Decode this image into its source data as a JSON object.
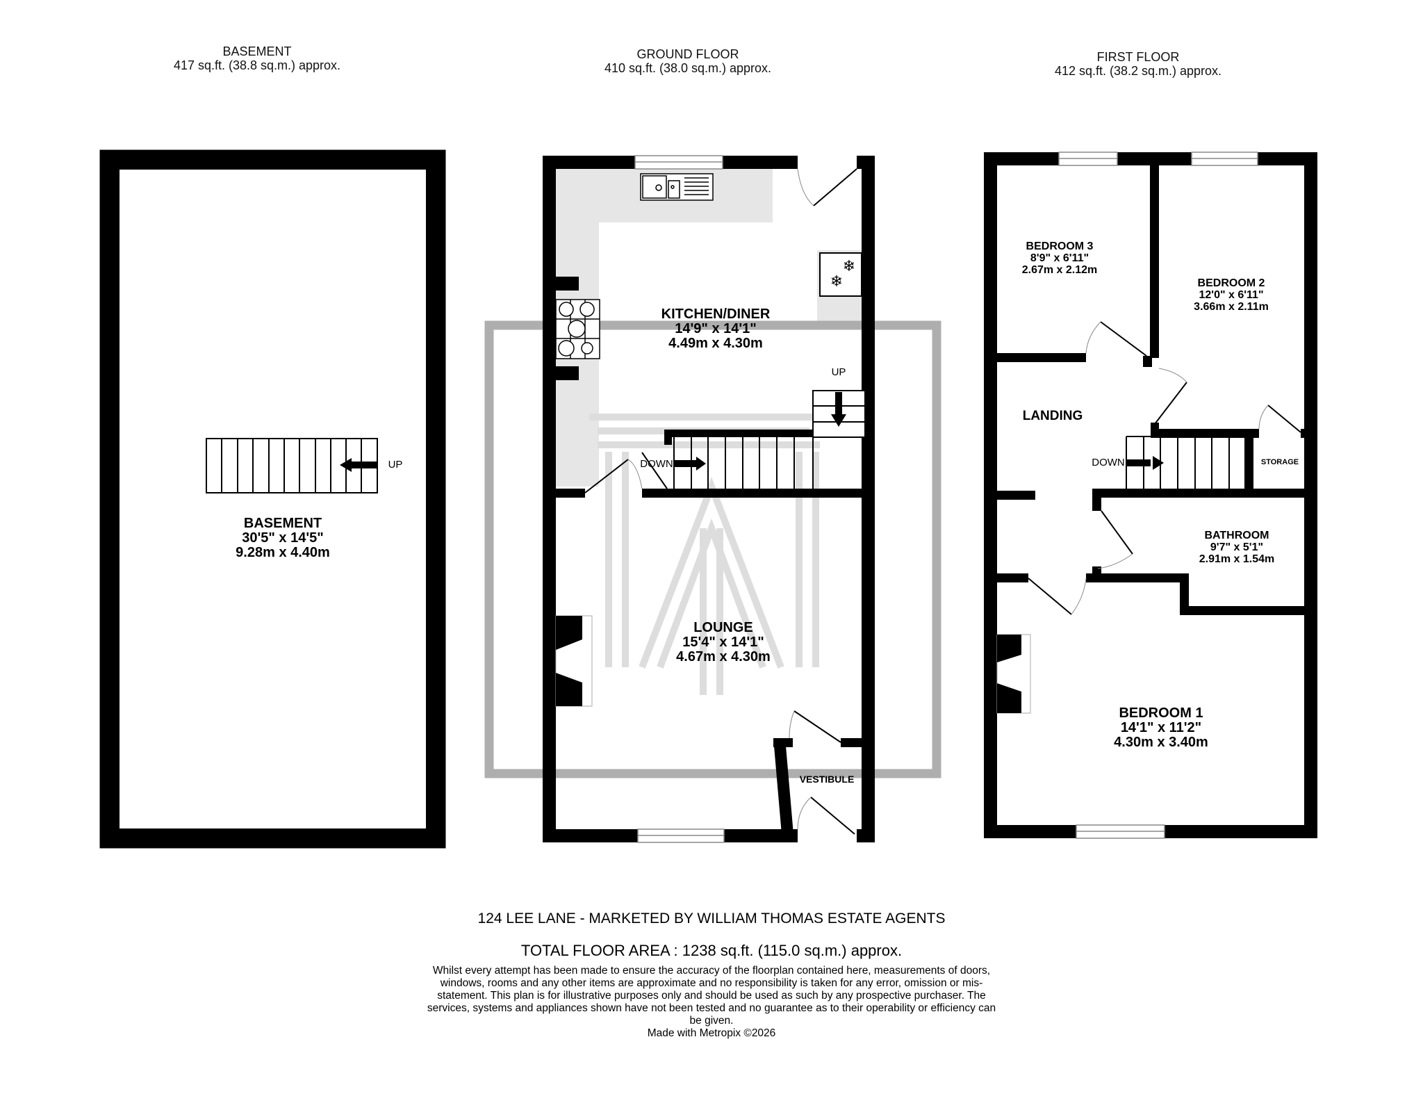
{
  "floors": {
    "basement": {
      "title": "BASEMENT",
      "area": "417 sq.ft. (38.8 sq.m.) approx."
    },
    "ground": {
      "title": "GROUND FLOOR",
      "area": "410 sq.ft. (38.0 sq.m.) approx."
    },
    "first": {
      "title": "FIRST FLOOR",
      "area": "412 sq.ft. (38.2 sq.m.) approx."
    }
  },
  "rooms": {
    "basement": {
      "name": "BASEMENT",
      "imperial": "30'5\"  x 14'5\"",
      "metric": "9.28m  x 4.40m"
    },
    "kitchen": {
      "name": "KITCHEN/DINER",
      "imperial": "14'9\"  x 14'1\"",
      "metric": "4.49m  x 4.30m"
    },
    "lounge": {
      "name": "LOUNGE",
      "imperial": "15'4\"  x 14'1\"",
      "metric": "4.67m  x 4.30m"
    },
    "vestibule": {
      "name": "VESTIBULE"
    },
    "bedroom3": {
      "name": "BEDROOM 3",
      "imperial": "8'9\"  x 6'11\"",
      "metric": "2.67m  x 2.12m"
    },
    "bedroom2": {
      "name": "BEDROOM 2",
      "imperial": "12'0\"  x 6'11\"",
      "metric": "3.66m  x 2.11m"
    },
    "landing": {
      "name": "LANDING"
    },
    "storage": {
      "name": "STORAGE"
    },
    "bathroom": {
      "name": "BATHROOM",
      "imperial": "9'7\"  x 5'1\"",
      "metric": "2.91m  x 1.54m"
    },
    "bedroom1": {
      "name": "BEDROOM 1",
      "imperial": "14'1\"  x 11'2\"",
      "metric": "4.30m  x 3.40m"
    }
  },
  "stairs": {
    "basement_up": "UP",
    "ground_up": "UP",
    "ground_down": "DOWN",
    "first_down": "DOWN"
  },
  "footer": {
    "title": "124 LEE LANE - MARKETED BY WILLIAM THOMAS ESTATE AGENTS",
    "total_area": "TOTAL FLOOR AREA : 1238 sq.ft. (115.0 sq.m.) approx.",
    "disclaimer": "Whilst every attempt has been made to ensure the accuracy of the floorplan contained here, measurements of doors, windows, rooms and any other items are approximate and no responsibility is taken for any error, omission or mis-statement. This plan is for illustrative purposes only and should be used as such by any prospective purchaser. The services, systems and appliances shown have not been tested and no guarantee as to their operability or efficiency can be given.",
    "credit": "Made with Metropix ©2026"
  },
  "colors": {
    "wall": "#000000",
    "worktop": "#e6e6e6",
    "watermark": "#aaaaaa",
    "background": "#ffffff"
  }
}
